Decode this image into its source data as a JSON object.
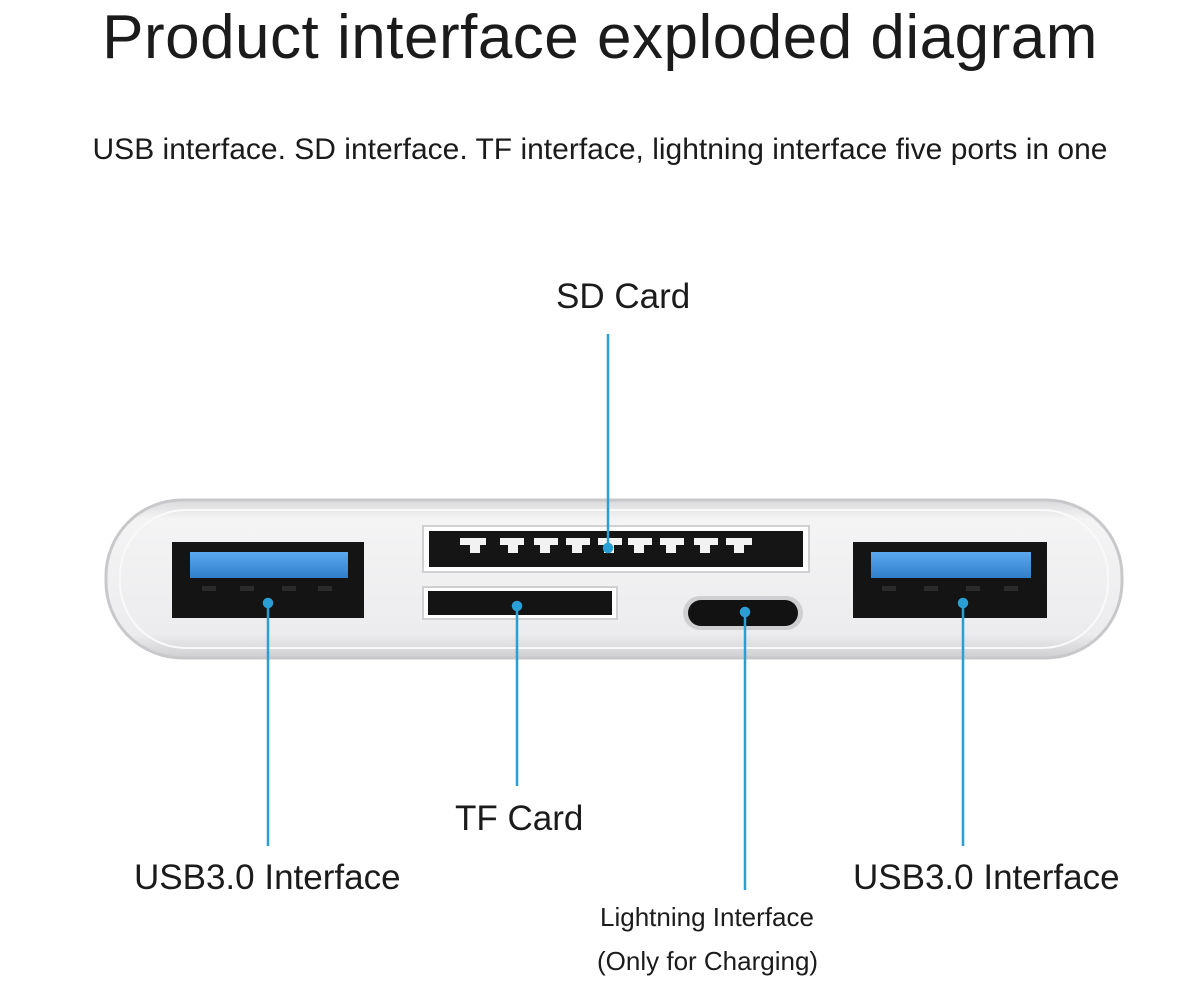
{
  "title": "Product interface exploded diagram",
  "subtitle": "USB interface. SD interface. TF interface, lightning interface five ports in one",
  "callouts": {
    "sd_card": "SD Card",
    "tf_card": "TF Card",
    "usb_left": "USB3.0 Interface",
    "usb_right": "USB3.0 Interface",
    "lightning_line1": "Lightning Interface",
    "lightning_line2": "(Only for Charging)"
  },
  "colors": {
    "leader_line": "#2a9fd6",
    "usb_port_blue": "#3d8fd8",
    "port_black": "#111111",
    "hub_body": "#e9e9ea"
  }
}
